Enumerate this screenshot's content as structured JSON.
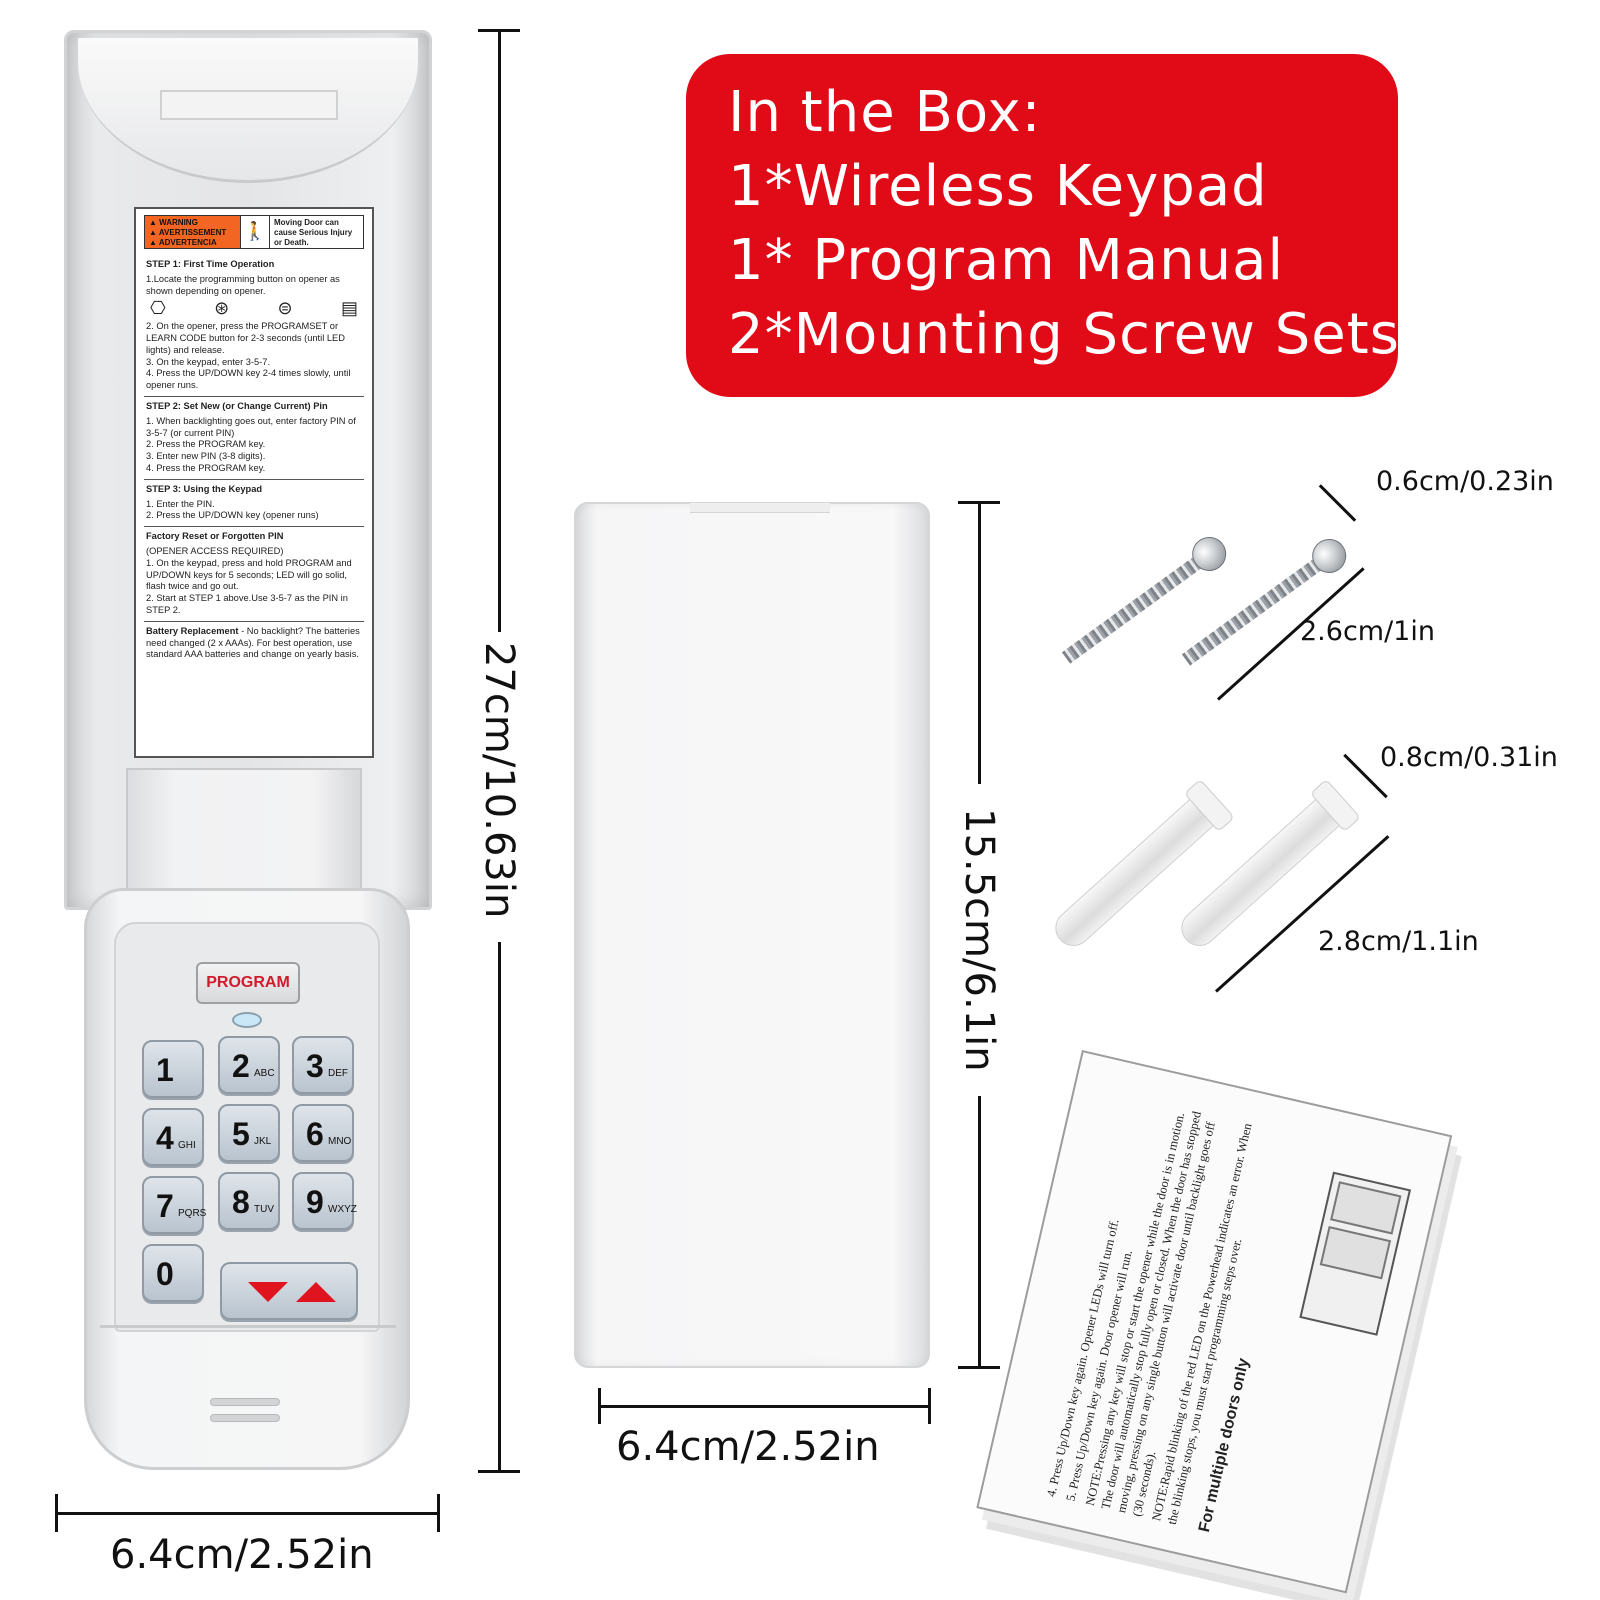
{
  "in_the_box": {
    "title": "In the Box:",
    "items": [
      "1*Wireless Keypad",
      "1* Program Manual",
      "2*Mounting Screw Sets"
    ]
  },
  "dimensions": {
    "keypad_height": "27cm/10.63in",
    "keypad_width": "6.4cm/2.52in",
    "cover_height": "15.5cm/6.1in",
    "cover_width": "6.4cm/2.52in",
    "screw_diameter": "0.6cm/0.23in",
    "screw_length": "2.6cm/1in",
    "anchor_diameter": "0.8cm/0.31in",
    "anchor_length": "2.8cm/1.1in"
  },
  "keypad": {
    "program_label": "PROGRAM",
    "keys": [
      {
        "num": "1",
        "sub": ""
      },
      {
        "num": "2",
        "sub": "ABC"
      },
      {
        "num": "3",
        "sub": "DEF"
      },
      {
        "num": "4",
        "sub": "GHI"
      },
      {
        "num": "5",
        "sub": "JKL"
      },
      {
        "num": "6",
        "sub": "MNO"
      },
      {
        "num": "7",
        "sub": "PQRS"
      },
      {
        "num": "8",
        "sub": "TUV"
      },
      {
        "num": "9",
        "sub": "WXYZ"
      },
      {
        "num": "0",
        "sub": ""
      }
    ]
  },
  "label": {
    "warning_left": "▲ WARNING\n▲ AVERTISSEMENT\n▲ ADVERTENCIA",
    "warning_right": "Moving Door can cause Serious Injury or Death.",
    "step1_title": "STEP 1: First Time Operation",
    "step1_a": "1.Locate the programming button on opener as shown depending on opener.",
    "step1_b": "2. On the opener, press the PROGRAMSET or LEARN CODE button for 2-3 seconds (until LED lights) and release.\n3. On the keypad, enter 3-5-7.\n4. Press the UP/DOWN key 2-4 times slowly, until opener runs.",
    "step2_title": "STEP 2: Set New (or Change Current) Pin",
    "step2_body": "1. When backlighting goes out, enter factory PIN of 3-5-7 (or current PIN)\n2. Press the PROGRAM key.\n3. Enter new PIN (3-8 digits).\n4. Press the PROGRAM key.",
    "step3_title": "STEP 3: Using the Keypad",
    "step3_body": "1. Enter the PIN.\n2. Press the UP/DOWN key (opener runs)",
    "reset_title": "Factory Reset or Forgotten PIN",
    "reset_body": "(OPENER ACCESS REQUIRED)\n1. On the keypad, press and hold PROGRAM and UP/DOWN keys for 5 seconds; LED will go solid, flash twice and go out.\n2. Start at STEP 1 above.Use 3-5-7 as the PIN in STEP 2.",
    "battery_title": "Battery Replacement",
    "battery_body": " - No backlight? The batteries need changed (2 x AAAs). For best operation, use standard AAA batteries and change on yearly basis."
  },
  "manual": {
    "line4": "4.  Press Up/Down key again. Opener LEDs will turn off.",
    "line5": "5.  Press Up/Down key again. Door opener will run.",
    "note1": "NOTE:Pressing any key will stop or start the opener while the door is in motion. The door will automatically stop fully open or closed. When the door has stopped moving, pressing on any single button will activate door until backlight goes off (30 seconds).",
    "note2": "NOTE:Rapid blinking of the red LED on the Powerhead indicates an error. When the blinking stops, you must start programming steps over.",
    "footer": "For multiple doors only"
  }
}
